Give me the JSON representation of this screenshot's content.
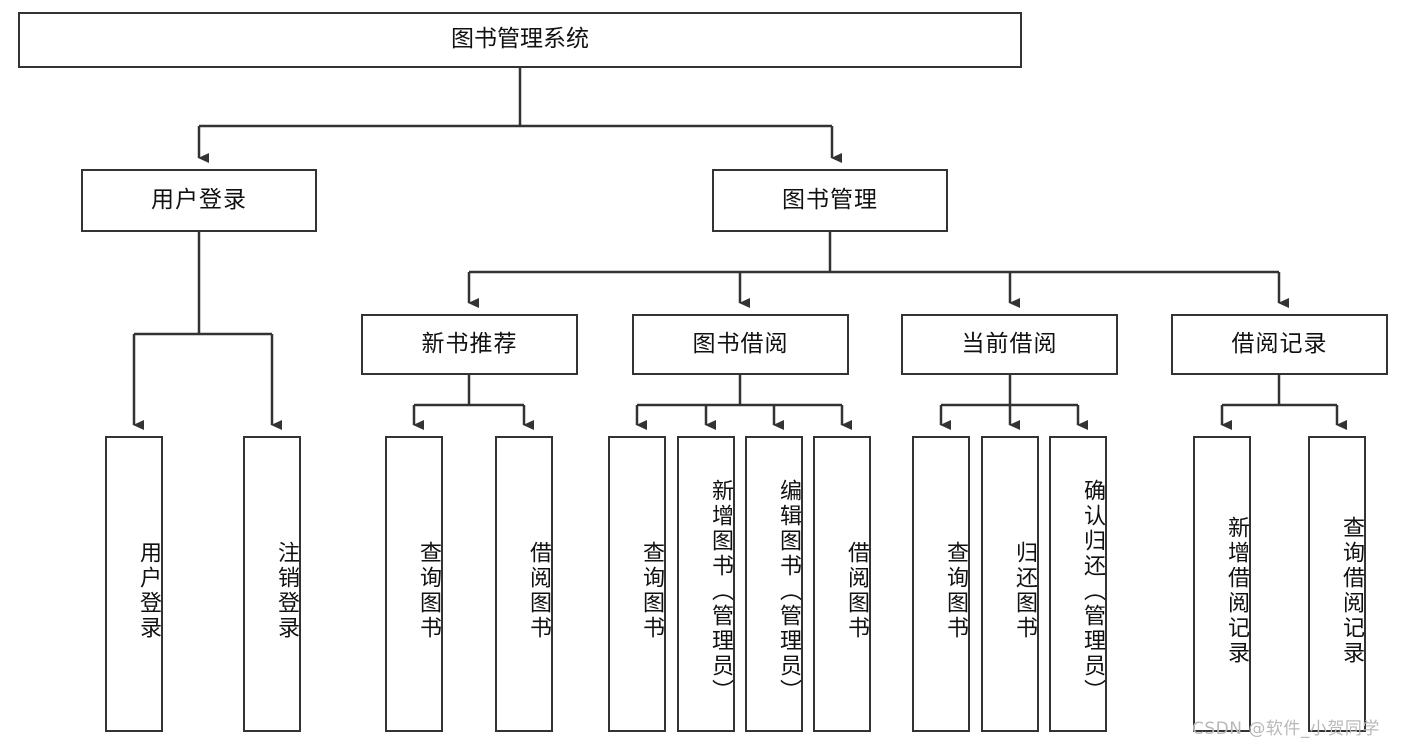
{
  "diagram": {
    "title": "图书管理系统",
    "type": "tree-hierarchy-chart",
    "root": {
      "label": "图书管理系统"
    },
    "level2": [
      {
        "label": "用户登录"
      },
      {
        "label": "图书管理"
      }
    ],
    "level3": [
      {
        "label": "新书推荐"
      },
      {
        "label": "图书借阅"
      },
      {
        "label": "当前借阅"
      },
      {
        "label": "借阅记录"
      }
    ],
    "leaves": {
      "user_login": [
        {
          "label": "用户登录"
        },
        {
          "label": "注销登录"
        }
      ],
      "new_book_recommend": [
        {
          "label": "查询图书"
        },
        {
          "label": "借阅图书"
        }
      ],
      "book_borrow": [
        {
          "label": "查询图书"
        },
        {
          "label": "新增图书（管理员）"
        },
        {
          "label": "编辑图书（管理员）"
        },
        {
          "label": "借阅图书"
        }
      ],
      "current_borrow": [
        {
          "label": "查询图书"
        },
        {
          "label": "归还图书"
        },
        {
          "label": "确认归还（管理员）"
        }
      ],
      "borrow_record": [
        {
          "label": "新增借阅记录"
        },
        {
          "label": "查询借阅记录"
        }
      ]
    }
  },
  "watermark": {
    "text": "CSDN @软件_小贺同学",
    "color": "#b9b9b9"
  },
  "colors": {
    "border": "#333333",
    "background": "#ffffff",
    "text": "#111111"
  }
}
